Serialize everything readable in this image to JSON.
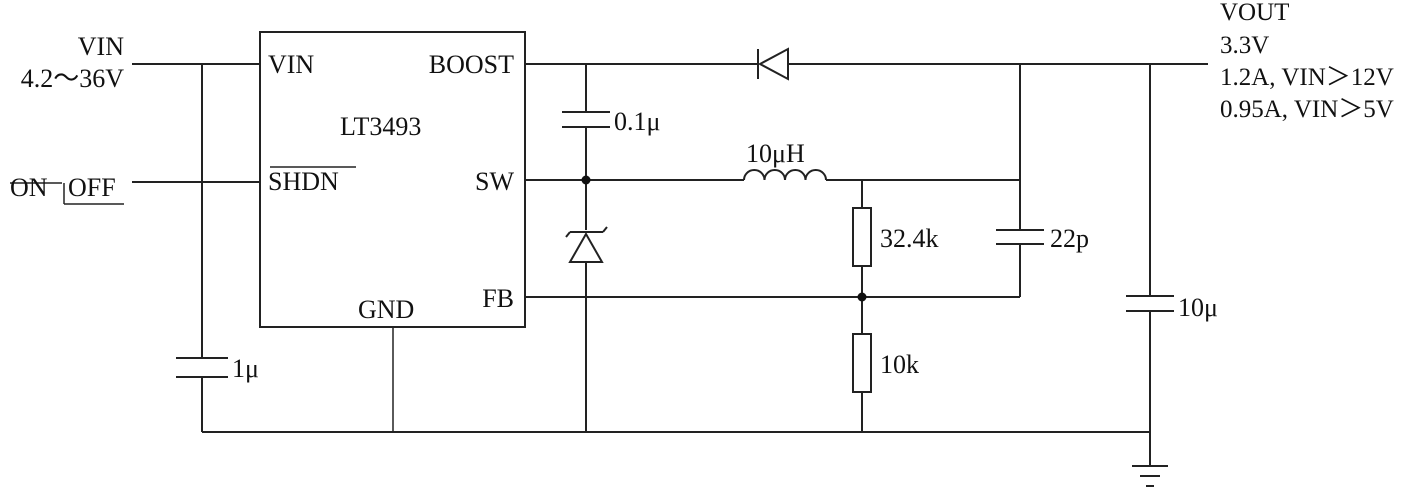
{
  "input": {
    "name": "VIN",
    "range": "4.2～36V",
    "on": "ON",
    "off": "OFF"
  },
  "ic": {
    "name": "LT3493",
    "pins": {
      "vin": "VIN",
      "boost": "BOOST",
      "shdn": "SHDN",
      "sw": "SW",
      "gnd": "GND",
      "fb": "FB"
    }
  },
  "components": {
    "c_boost": "0.1μ",
    "inductor": "10μH",
    "r_top": "32.4k",
    "r_bottom": "10k",
    "c_ff": "22p",
    "c_in": "1μ",
    "c_out": "10μ"
  },
  "output": {
    "name": "VOUT",
    "voltage": "3.3V",
    "spec1": "1.2A, VIN＞12V",
    "spec2": "0.95A, VIN＞5V"
  }
}
